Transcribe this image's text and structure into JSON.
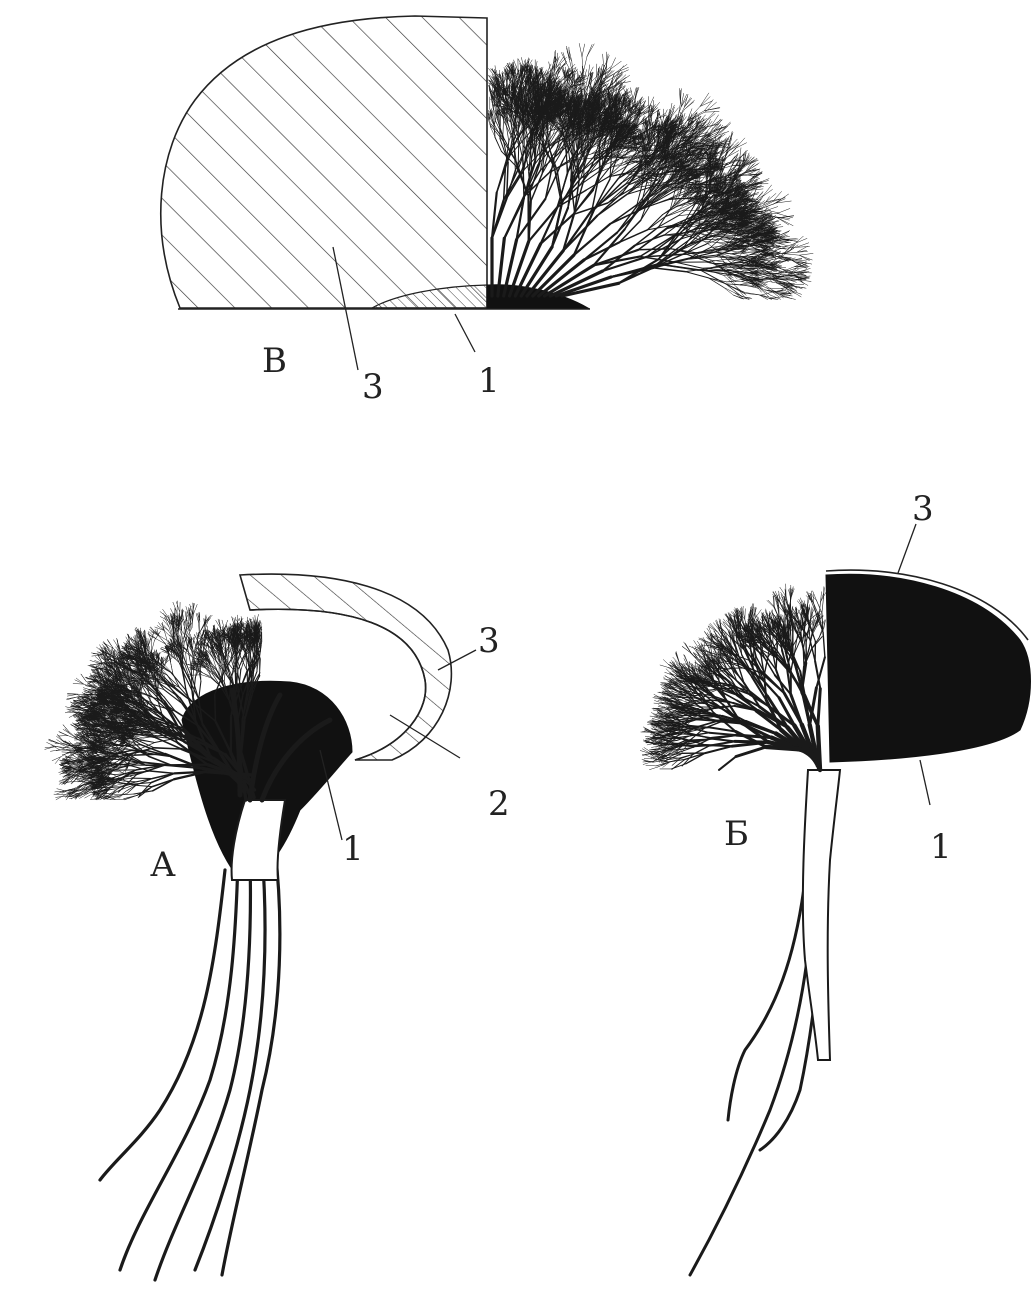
{
  "figure": {
    "colors": {
      "ink": "#111111",
      "paper": "#ffffff",
      "line": "#222222"
    },
    "panels": [
      {
        "key": "V",
        "letter": "В",
        "labels": [
          {
            "num": "3"
          },
          {
            "num": "1"
          }
        ]
      },
      {
        "key": "A",
        "letter": "А",
        "labels": [
          {
            "num": "3"
          },
          {
            "num": "2"
          },
          {
            "num": "1"
          }
        ]
      },
      {
        "key": "B",
        "letter": "Б",
        "labels": [
          {
            "num": "3"
          },
          {
            "num": "1"
          }
        ]
      }
    ]
  }
}
